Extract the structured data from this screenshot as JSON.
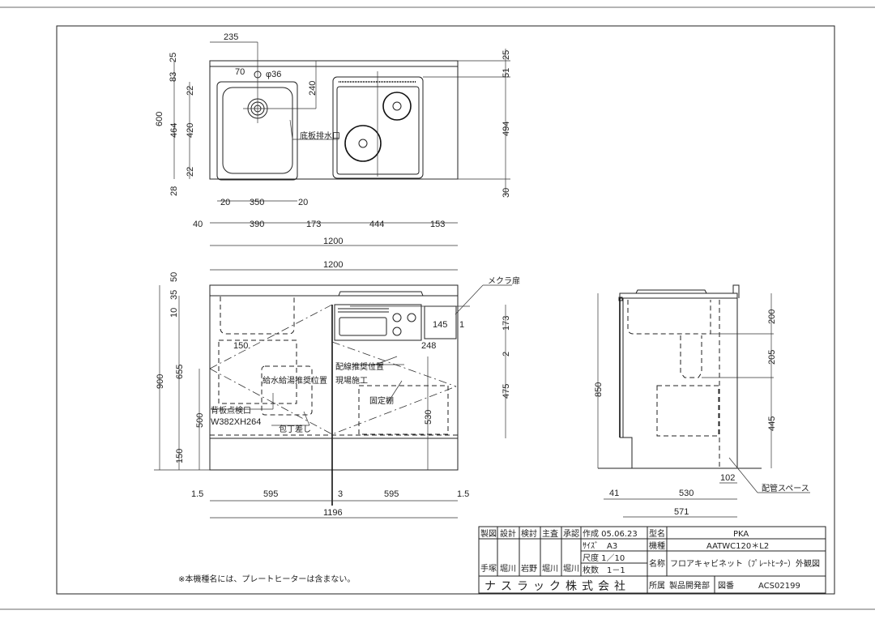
{
  "plan_view": {
    "dims": [
      "235",
      "25",
      "83",
      "70",
      "φ36",
      "240",
      "22",
      "420",
      "464",
      "600",
      "22",
      "28",
      "20",
      "350",
      "20",
      "40",
      "390",
      "173",
      "444",
      "153",
      "1200",
      "25",
      "51",
      "494",
      "30"
    ],
    "labels": {
      "drain": "底板排水口"
    }
  },
  "front_view": {
    "dims": [
      "1200",
      "50",
      "10",
      "35",
      "145",
      "1",
      "173",
      "248",
      "2",
      "150",
      "655",
      "900",
      "475",
      "500",
      "530",
      "150",
      "1.5",
      "595",
      "3",
      "595",
      "1.5",
      "1196"
    ],
    "labels": {
      "blind_door": "メクラ扉",
      "wiring_pos": "配線推奨位置",
      "site_work": "現場施工",
      "water_pos": "給水給湯推奨位置",
      "fixed_shelf": "固定棚",
      "inspection": "背板点検口",
      "inspection_size": "W382XH264",
      "knife_holder": "包丁差し"
    }
  },
  "side_view": {
    "dims": [
      "200",
      "205",
      "850",
      "445",
      "102",
      "41",
      "530",
      "571"
    ],
    "labels": {
      "pipe_space": "配管スペース"
    }
  },
  "note": "※本機種名には、プレートヒーターは含まない。",
  "title_block": {
    "headers": [
      "製図",
      "設計",
      "検討",
      "主査",
      "承認"
    ],
    "names": [
      "手塚",
      "堀川",
      "岩野",
      "堀川",
      "堀川"
    ],
    "created": "作成 05.06.23",
    "size": "ｻｲｽﾞ　A3",
    "scale": "尺度 1／10",
    "sheets": "枚数　1－1",
    "model_label": "型名",
    "model": "PKA",
    "type_label": "機種",
    "type": "AATWC120＊L2",
    "name_label": "名称",
    "name": "フロアキャビネット（ﾌﾟﾚｰﾄﾋｰﾀｰ）外観図",
    "company": "ナスラック株式会社",
    "dept_label": "所属",
    "dept": "製品開発部",
    "drawing_no_label": "図番",
    "drawing_no": "ACS02199"
  }
}
